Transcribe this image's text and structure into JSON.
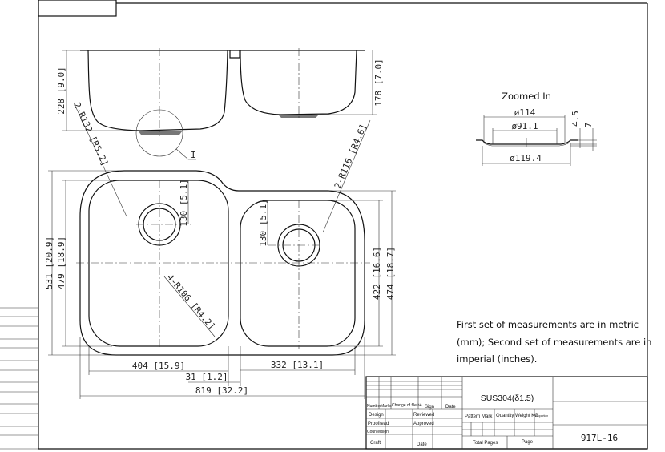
{
  "side_view": {
    "depth_left": "228 [9.0]",
    "depth_right": "178 [7.0]",
    "detail_marker": "I"
  },
  "plan_view": {
    "radius_left": "2-R132 [R5.2]",
    "radius_right": "2-R116 [R4.6]",
    "radius_inner": "4-R106 [R4.2]",
    "drain_offset_left": "130 [5.1]",
    "drain_offset_right": "130 [5.1]",
    "overall_depth": "531 [20.9]",
    "left_bowl_depth": "479 [18.9]",
    "right_bowl_depth": "422 [16.6]",
    "right_outer_depth": "474 [18.7]",
    "left_bowl_width": "404 [15.9]",
    "right_bowl_width": "332 [13.1]",
    "divider_width": "31 [1.2]",
    "overall_width": "819 [32.2]"
  },
  "detail": {
    "title": "Zoomed In",
    "d_top": "ø114",
    "d_inner": "ø91.1",
    "d_outer": "ø119.4",
    "h_small": "4.5",
    "h_total": "7"
  },
  "note": {
    "line1": "First set of measurements are in metric",
    "line2": "(mm); Second set of measurements are in",
    "line3": "imperial (inches)."
  },
  "title_block": {
    "material": "SUS304(δ1.5)",
    "drawing_number": "917L-16",
    "number": "Number",
    "marks": "Marks",
    "change": "Change of file №",
    "sign": "Sign",
    "date": "Date",
    "design": "Design",
    "reviewed": "Reviewed",
    "proofread": "Proofread",
    "approved": "Approved",
    "countersign": "Countersign",
    "craft": "Craft",
    "date2": "Date",
    "pattern_mark": "Pattern Mark",
    "quantity": "Quantity",
    "weight": "Weight KG",
    "proportion": "Proportion",
    "total_pages": "Total Pages",
    "page": "Page"
  }
}
